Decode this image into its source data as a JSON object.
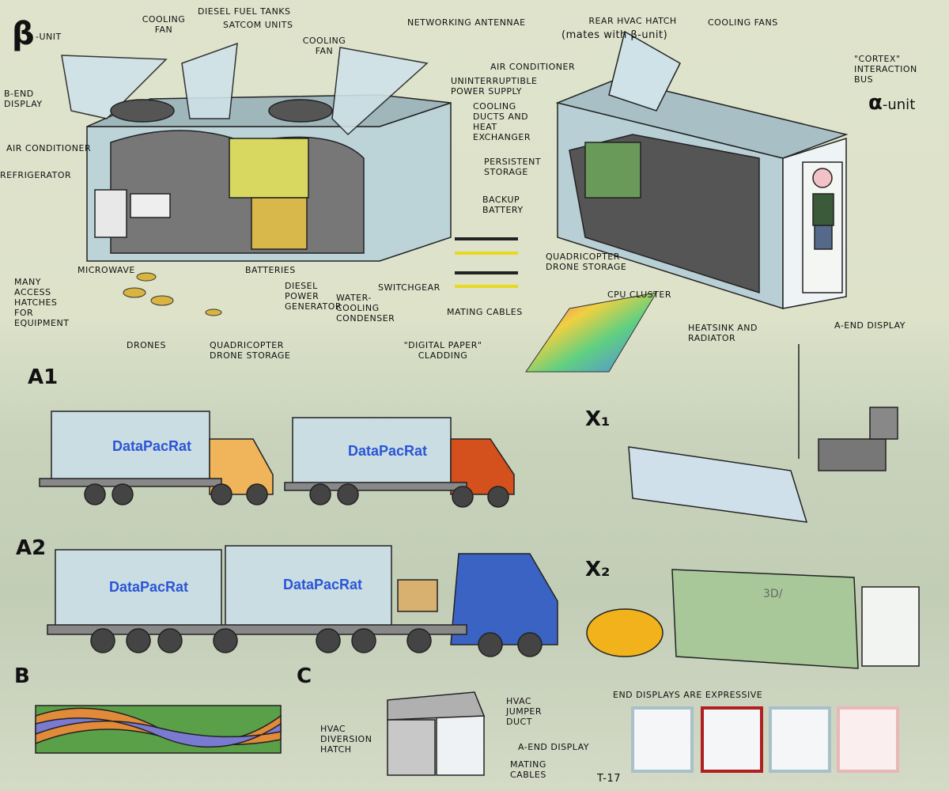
{
  "beta_unit": {
    "symbol": "β",
    "suffix": "-UNIT",
    "labels": {
      "cooling_fan_1": "COOLING FAN",
      "diesel_fuel_tanks": "DIESEL FUEL TANKS",
      "satcom_units": "SATCOM UNITS",
      "cooling_fan_2": "COOLING FAN",
      "networking_antennae": "NETWORKING ANTENNAE",
      "ups": "UNINTERRUPTIBLE POWER SUPPLY",
      "cooling_ducts": "COOLING DUCTS AND HEAT EXCHANGER",
      "b_end_display": "B-END DISPLAY",
      "air_conditioner": "AIR CONDITIONER",
      "refrigerator": "REFRIGERATOR",
      "microwave": "MICROWAVE",
      "access_hatches": "MANY ACCESS HATCHES FOR EQUIPMENT",
      "drones": "DRONES",
      "drone_storage": "QUADRICOPTER DRONE STORAGE",
      "batteries": "BATTERIES",
      "diesel_generator": "DIESEL POWER GENERATOR",
      "water_cooling": "WATER-COOLING CONDENSER",
      "switchgear": "SWITCHGEAR"
    }
  },
  "mating_cables": "MATING CABLES",
  "cladding": "\"DIGITAL PAPER\" CLADDING",
  "alpha_unit": {
    "symbol": "α",
    "suffix": "-unit",
    "labels": {
      "rear_hvac_hatch": "REAR HVAC HATCH",
      "rear_hvac_note": "(mates with β-unit)",
      "cooling_fans": "COOLING FANS",
      "air_conditioner": "AIR CONDITIONER",
      "cortex_bus": "\"CORTEX\" INTERACTION BUS",
      "persistent_storage": "PERSISTENT STORAGE",
      "backup_battery": "BACKUP BATTERY",
      "drone_storage": "QUADRICOPTER DRONE STORAGE",
      "cpu_cluster": "CPU CLUSTER",
      "heatsink": "HEATSINK AND RADIATOR",
      "a_end_display": "A-END DISPLAY"
    }
  },
  "scenarios": {
    "a1": "A1",
    "a2": "A2",
    "b": "B",
    "c": "C",
    "x1": "X₁",
    "x2": "X₂",
    "brand": "DataPacRat",
    "x2_wall_mark": "3D/",
    "c_labels": {
      "hvac_diversion": "HVAC DIVERSION HATCH",
      "hvac_jumper": "HVAC JUMPER DUCT",
      "a_end_display": "A-END DISPLAY",
      "mating_cables": "MATING CABLES"
    },
    "end_displays_title": "END DISPLAYS ARE EXPRESSIVE"
  },
  "signature": "T-17",
  "colors": {
    "container": "#bcd3d8",
    "brand": "#2b55d6",
    "truck_orange": "#f0b45a",
    "truck_red": "#d4501c",
    "truck_blue": "#3b63c4",
    "tank": "#f2b21c"
  }
}
